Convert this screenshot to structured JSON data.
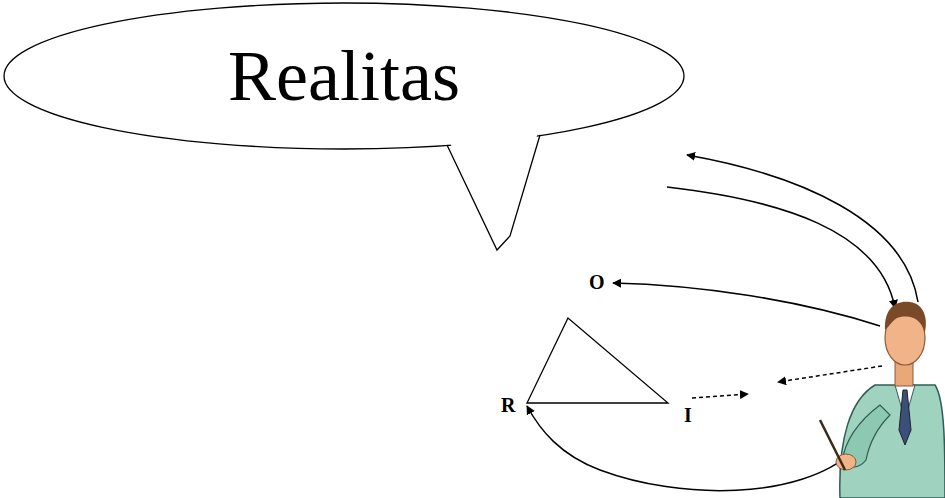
{
  "diagram": {
    "nodes": [
      {
        "text": [
          "Realitas"
        ]
      }
    ],
    "labels": [
      "O",
      "R",
      "I"
    ]
  }
}
